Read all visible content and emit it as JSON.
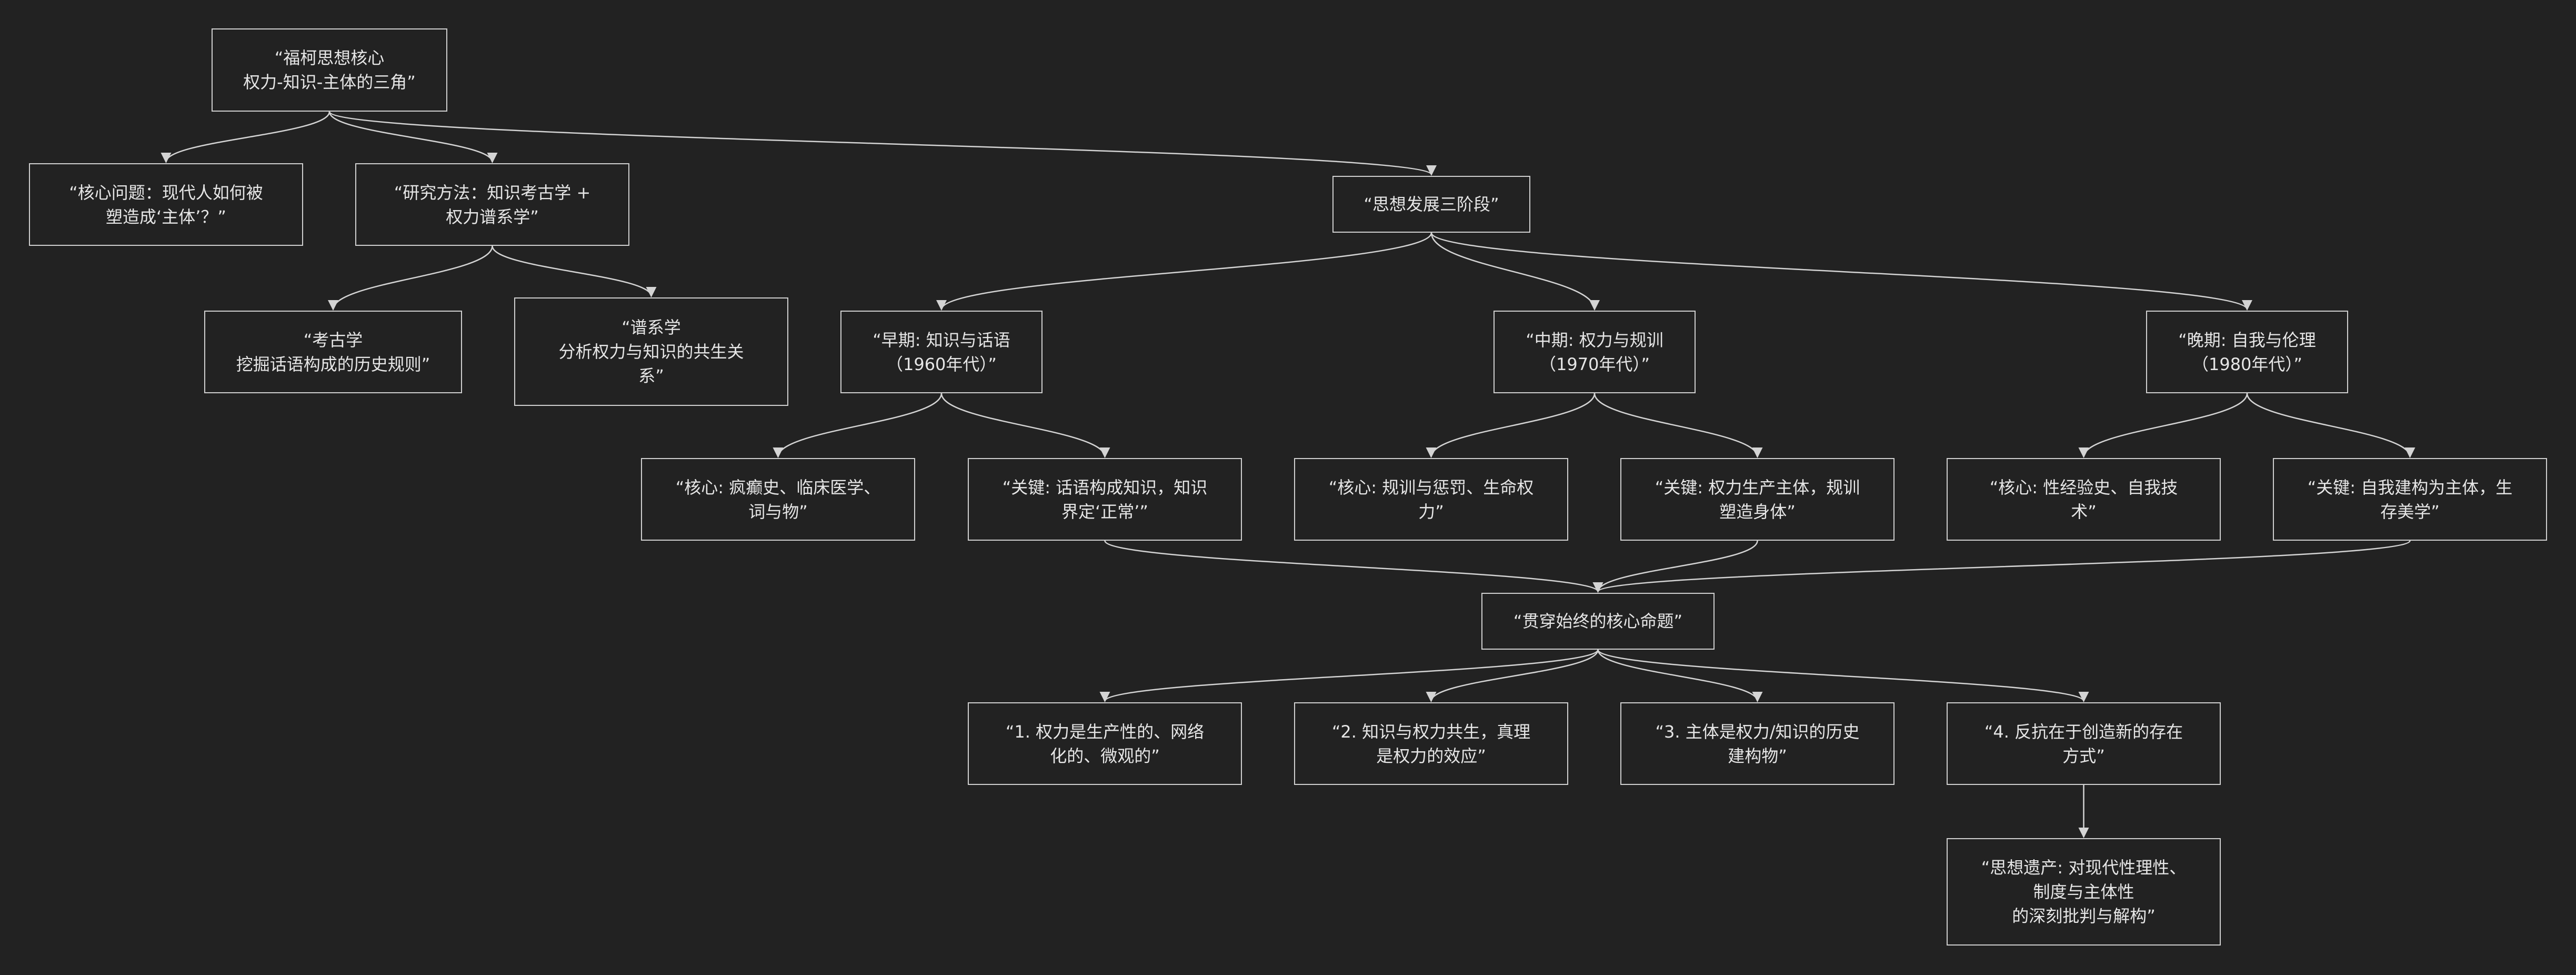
{
  "nodes": {
    "root": "“福柯思想核心\n权力-知识-主体的三角”",
    "core_question": "“核心问题：现代人如何被\n塑造成‘主体’？”",
    "method": "“研究方法：知识考古学 +\n权力谱系学”",
    "archaeology": "“考古学\n挖掘话语构成的历史规则”",
    "genealogy": "“谱系学\n分析权力与知识的共生关\n系”",
    "stages": "“思想发展三阶段”",
    "early": "“早期: 知识与话语\n（1960年代）”",
    "middle": "“中期: 权力与规训\n（1970年代）”",
    "late": "“晚期: 自我与伦理\n（1980年代）”",
    "early_core": "“核心: 疯癫史、临床医学、\n词与物”",
    "early_key": "“关键: 话语构成知识，知识\n界定‘正常’”",
    "middle_core": "“核心: 规训与惩罚、生命权\n力”",
    "middle_key": "“关键: 权力生产主体，规训\n塑造身体”",
    "late_core": "“核心: 性经验史、自我技\n术”",
    "late_key": "“关键: 自我建构为主体，生\n存美学”",
    "propositions": "“贯穿始终的核心命题”",
    "p1": "“1. 权力是生产性的、网络\n化的、微观的”",
    "p2": "“2. 知识与权力共生，真理\n是权力的效应”",
    "p3": "“3. 主体是权力/知识的历史\n建构物”",
    "p4": "“4. 反抗在于创造新的存在\n方式”",
    "legacy": "“思想遗产: 对现代性理性、\n制度与主体性\n的深刻批判与解构”"
  },
  "edges": [
    [
      "root",
      "core_question"
    ],
    [
      "root",
      "method"
    ],
    [
      "root",
      "stages"
    ],
    [
      "method",
      "archaeology"
    ],
    [
      "method",
      "genealogy"
    ],
    [
      "stages",
      "early"
    ],
    [
      "stages",
      "middle"
    ],
    [
      "stages",
      "late"
    ],
    [
      "early",
      "early_core"
    ],
    [
      "early",
      "early_key"
    ],
    [
      "middle",
      "middle_core"
    ],
    [
      "middle",
      "middle_key"
    ],
    [
      "late",
      "late_core"
    ],
    [
      "late",
      "late_key"
    ],
    [
      "early_key",
      "propositions"
    ],
    [
      "middle_key",
      "propositions"
    ],
    [
      "late_key",
      "propositions"
    ],
    [
      "propositions",
      "p1"
    ],
    [
      "propositions",
      "p2"
    ],
    [
      "propositions",
      "p3"
    ],
    [
      "propositions",
      "p4"
    ],
    [
      "p4",
      "legacy"
    ]
  ]
}
